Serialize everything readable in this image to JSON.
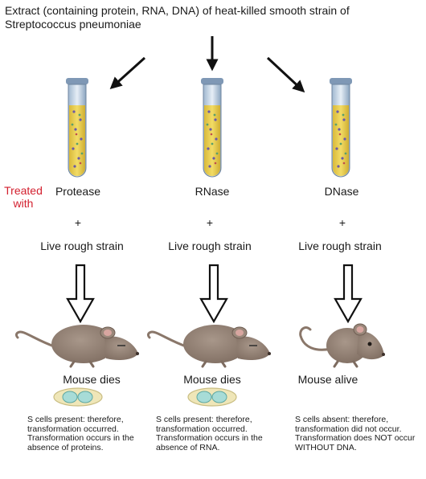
{
  "title": "Extract (containing protein, RNA, DNA) of heat-killed smooth strain of Streptococcus pneumoniae",
  "treated_label": "Treated with",
  "columns": [
    {
      "enzyme": "Protease",
      "plus": "+",
      "strain": "Live rough strain",
      "outcome": "Mouse dies",
      "note": "S cells present: therefore, transformation occurred. Transformation occurs in the absence of proteins."
    },
    {
      "enzyme": "RNase",
      "plus": "+",
      "strain": "Live rough strain",
      "outcome": "Mouse dies",
      "note": "S cells present: therefore, transformation occurred. Transformation occurs in the absence of RNA."
    },
    {
      "enzyme": "DNase",
      "plus": "+",
      "strain": "Live rough strain",
      "outcome": "Mouse alive",
      "note": "S cells absent: therefore, transformation did not occur. Transformation does NOT occur WITHOUT DNA."
    }
  ],
  "colors": {
    "accent_red": "#d3202f",
    "tube_fill": "#e8cf4a",
    "mouse_body": "#8d7b6e",
    "dish_cells": "#9fd4d0"
  }
}
